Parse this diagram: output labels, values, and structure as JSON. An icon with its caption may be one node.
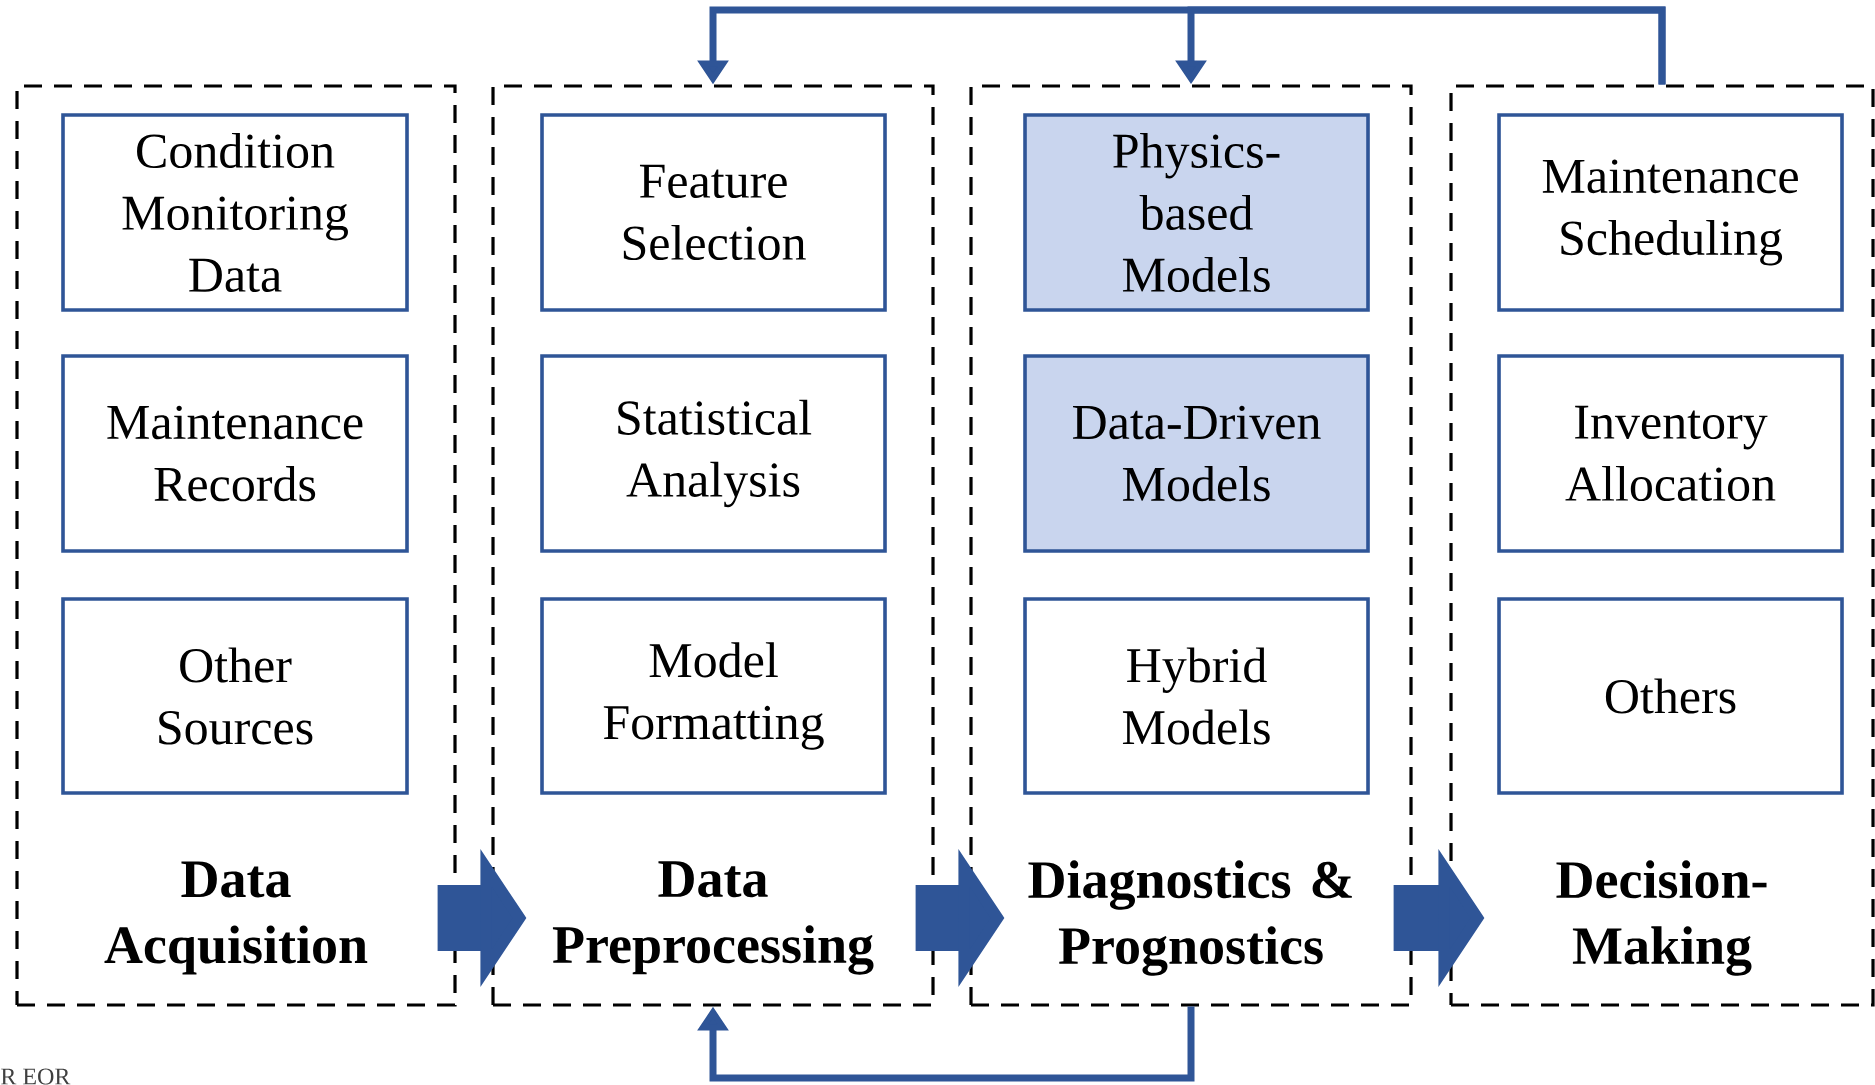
{
  "diagram": {
    "nodes": [
      {
        "text": [
          "Data Acquisition"
        ]
      },
      {
        "text": [
          "Condition Monitoring Data"
        ],
        "in": 0
      },
      {
        "text": [
          "Maintenance Records"
        ],
        "in": 0
      },
      {
        "text": [
          "Other Sources"
        ],
        "in": 0
      },
      {
        "text": [
          "Data Preprocessing"
        ]
      },
      {
        "text": [
          "Feature Selection"
        ],
        "in": 4
      },
      {
        "text": [
          "Statistical Analysis"
        ],
        "in": 4
      },
      {
        "text": [
          "Model Formatting"
        ],
        "in": 4
      },
      {
        "text": [
          "Diagnostics & Prognostics"
        ]
      },
      {
        "text": [
          "Physics-based Models"
        ],
        "in": 8
      },
      {
        "text": [
          "Data-Driven Models"
        ],
        "in": 8
      },
      {
        "text": [
          "Hybrid Models"
        ],
        "in": 8
      },
      {
        "text": [
          "Decision-Making"
        ]
      },
      {
        "text": [
          "Maintenance Scheduling"
        ],
        "in": 12
      },
      {
        "text": [
          "Inventory Allocation"
        ],
        "in": 12
      },
      {
        "text": [
          "Others"
        ],
        "in": 12
      }
    ],
    "edges": [
      {
        "from": 0,
        "to": 4,
        "arrow": "to",
        "style": "thick"
      },
      {
        "from": 4,
        "to": 8,
        "arrow": "to",
        "style": "thick"
      },
      {
        "from": 8,
        "to": 12,
        "arrow": "to",
        "style": "thick"
      },
      {
        "from": 12,
        "to": 4,
        "arrow": "to"
      },
      {
        "from": 12,
        "to": 8,
        "arrow": "to"
      },
      {
        "from": 8,
        "to": 4,
        "arrow": "to"
      }
    ],
    "labels": [
      "R EOR"
    ]
  }
}
